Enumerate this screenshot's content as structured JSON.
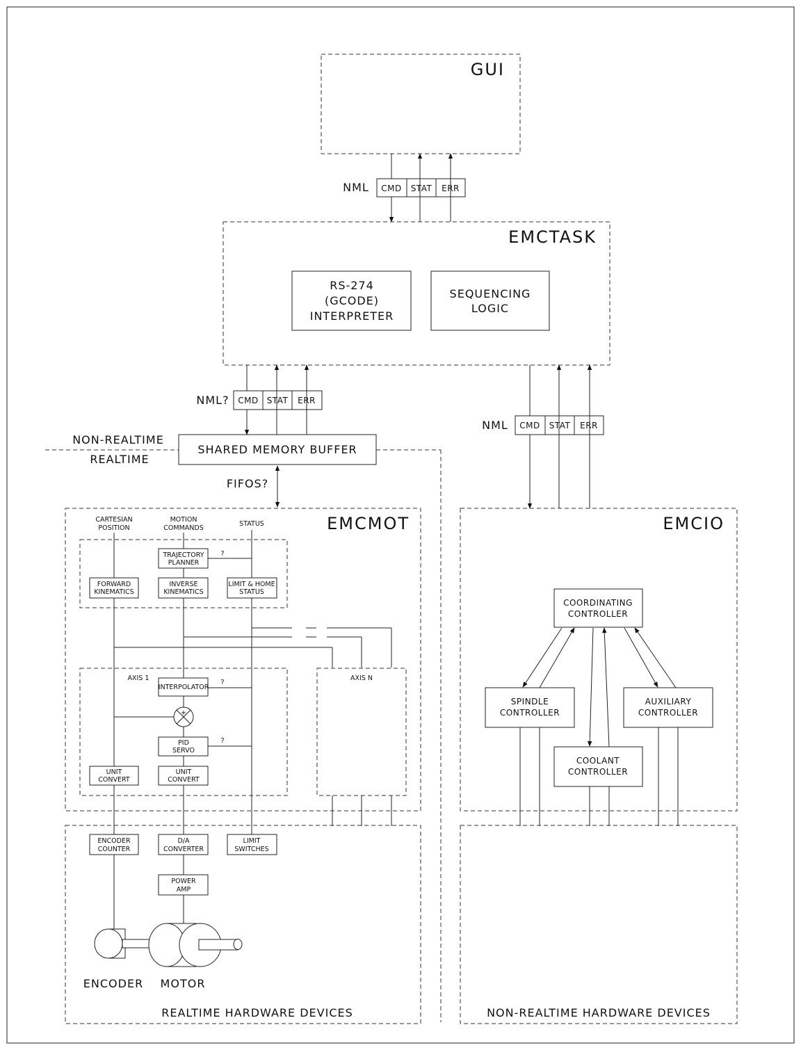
{
  "gui": {
    "title": "GUI"
  },
  "nml_top": {
    "label": "NML",
    "cmd": "CMD",
    "stat": "STAT",
    "err": "ERR"
  },
  "emctask": {
    "title": "EMCTASK",
    "interpreter": [
      "RS-274",
      "(GCODE)",
      "INTERPRETER"
    ],
    "sequencing": [
      "SEQUENCING",
      "LOGIC"
    ]
  },
  "nml_mot": {
    "label": "NML?",
    "cmd": "CMD",
    "stat": "STAT",
    "err": "ERR"
  },
  "nml_io": {
    "label": "NML",
    "cmd": "CMD",
    "stat": "STAT",
    "err": "ERR"
  },
  "boundary": {
    "non_realtime": "NON-REALTIME",
    "realtime": "REALTIME"
  },
  "shared_memory": "SHARED MEMORY BUFFER",
  "fifos": "FIFOS?",
  "emcmot": {
    "title": "EMCMOT",
    "col_cartesian": [
      "CARTESIAN",
      "POSITION"
    ],
    "col_motion": [
      "MOTION",
      "COMMANDS"
    ],
    "col_status": "STATUS",
    "trajectory_planner": [
      "TRAJECTORY",
      "PLANNER"
    ],
    "forward_kinematics": [
      "FORWARD",
      "KINEMATICS"
    ],
    "inverse_kinematics": [
      "INVERSE",
      "KINEMATICS"
    ],
    "limit_home_status": [
      "LIMIT & HOME",
      "STATUS"
    ],
    "q1": "?",
    "axis1": "AXIS 1",
    "axisn": "AXIS N",
    "interpolator": "INTERPOLATOR",
    "q2": "?",
    "sum_plus": "+",
    "pid_servo": [
      "PID",
      "SERVO"
    ],
    "q3": "?",
    "unit_convert_a": [
      "UNIT",
      "CONVERT"
    ],
    "unit_convert_b": [
      "UNIT",
      "CONVERT"
    ]
  },
  "realtime_hw": {
    "encoder_counter": [
      "ENCODER",
      "COUNTER"
    ],
    "da_converter": [
      "D/A",
      "CONVERTER"
    ],
    "limit_switches": [
      "LIMIT",
      "SWITCHES"
    ],
    "power_amp": [
      "POWER",
      "AMP"
    ],
    "encoder": "ENCODER",
    "motor": "MOTOR",
    "title": "REALTIME HARDWARE DEVICES"
  },
  "emcio": {
    "title": "EMCIO",
    "coordinating": [
      "COORDINATING",
      "CONTROLLER"
    ],
    "spindle": [
      "SPINDLE",
      "CONTROLLER"
    ],
    "auxiliary": [
      "AUXILIARY",
      "CONTROLLER"
    ],
    "coolant": [
      "COOLANT",
      "CONTROLLER"
    ]
  },
  "nonrealtime_hw": {
    "title": "NON-REALTIME HARDWARE DEVICES"
  }
}
